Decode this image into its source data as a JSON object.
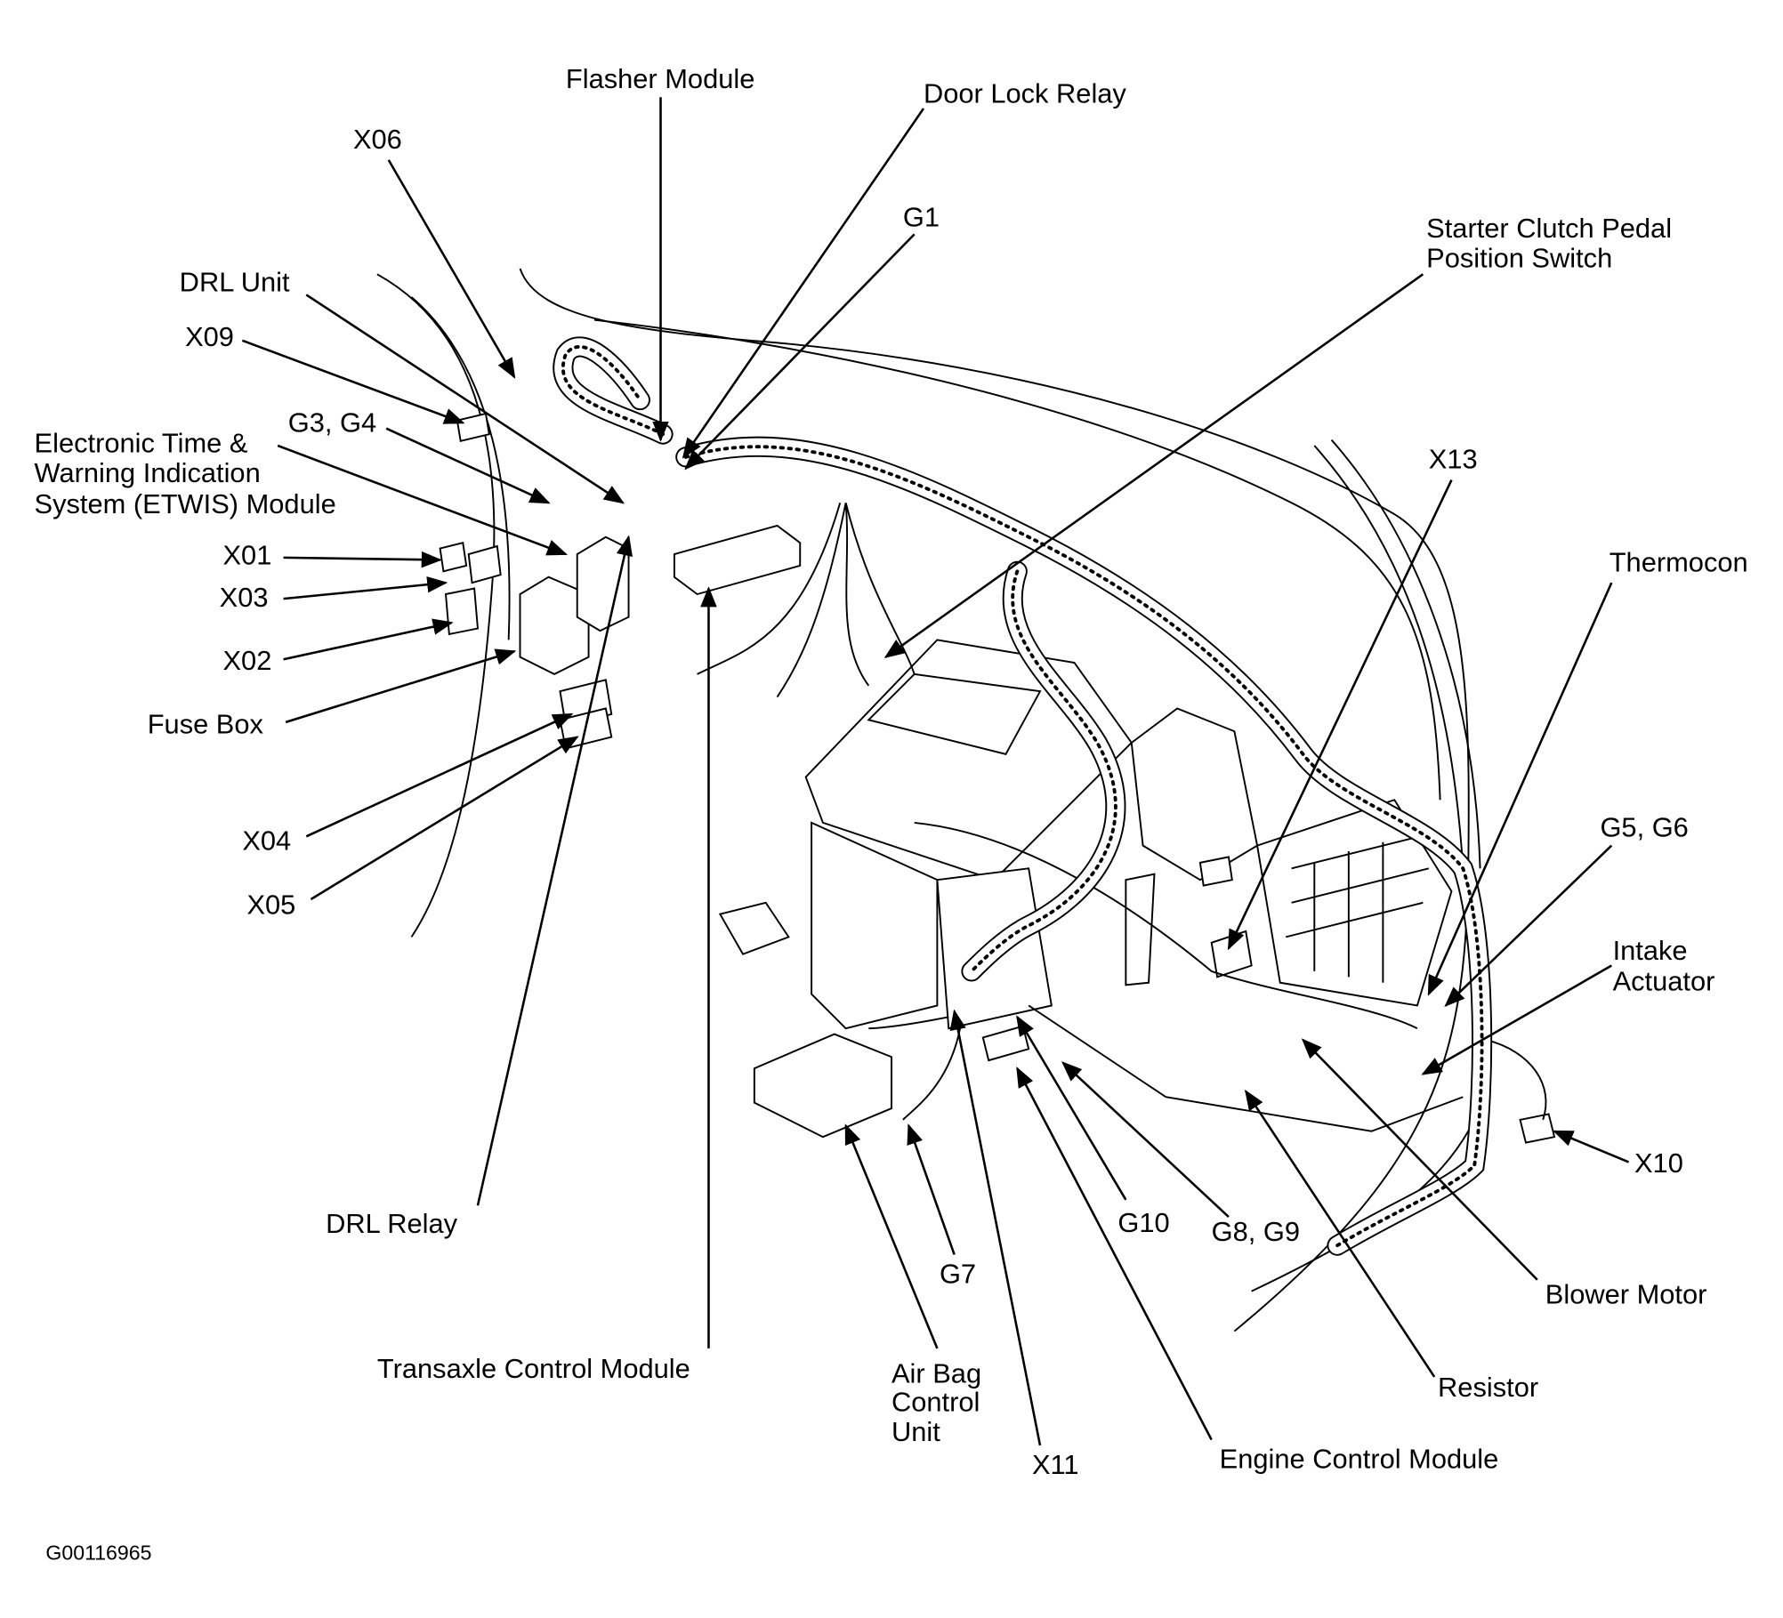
{
  "diagram": {
    "figure_code": "G00116965",
    "labels": {
      "flasher_module": "Flasher Module",
      "door_lock_relay": "Door Lock Relay",
      "x06": "X06",
      "g1": "G1",
      "drl_unit": "DRL Unit",
      "x09": "X09",
      "starter_clutch_1": "Starter Clutch Pedal",
      "starter_clutch_2": "Position Switch",
      "g3_g4": "G3, G4",
      "etwis_1": "Electronic Time &",
      "etwis_2": "Warning Indication",
      "etwis_3": "System (ETWIS) Module",
      "x13": "X13",
      "thermocon": "Thermocon",
      "x01": "X01",
      "x03": "X03",
      "x02": "X02",
      "fuse_box": "Fuse Box",
      "x04": "X04",
      "x05": "X05",
      "g5_g6": "G5, G6",
      "intake_actuator_1": "Intake",
      "intake_actuator_2": "Actuator",
      "x10": "X10",
      "drl_relay": "DRL Relay",
      "transaxle_control_module": "Transaxle Control Module",
      "g7": "G7",
      "air_bag_1": "Air Bag",
      "air_bag_2": "Control",
      "air_bag_3": "Unit",
      "x11": "X11",
      "g10": "G10",
      "g8_g9": "G8, G9",
      "engine_control_module": "Engine Control Module",
      "resistor": "Resistor",
      "blower_motor": "Blower Motor"
    }
  }
}
